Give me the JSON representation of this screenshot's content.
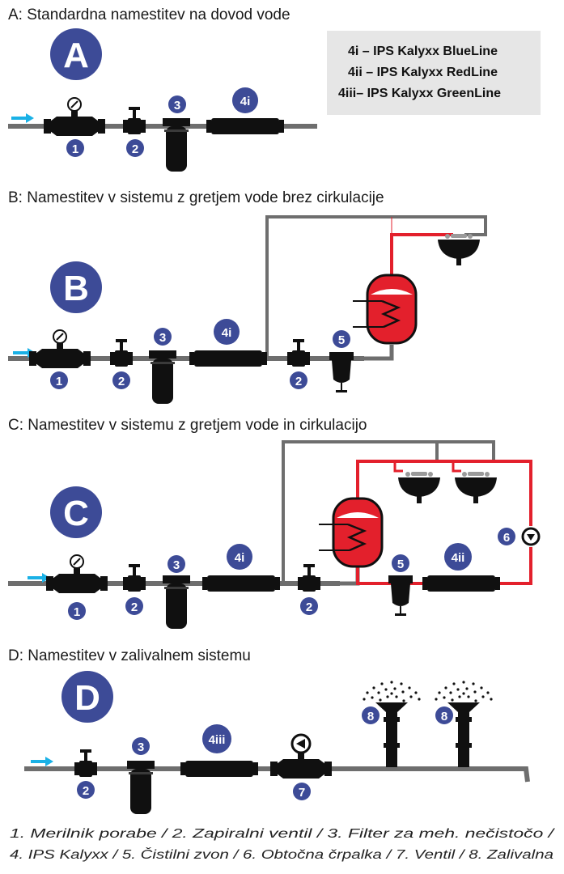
{
  "sections": {
    "a": {
      "title": "A: Standardna namestitev na dovod vode",
      "letter": "A"
    },
    "b": {
      "title": "B: Namestitev v sistemu z gretjem vode brez cirkulacije",
      "letter": "B"
    },
    "c": {
      "title": "C: Namestitev v sistemu z gretjem vode in cirkulacijo",
      "letter": "C"
    },
    "d": {
      "title": "D: Namestitev v zalivalnem sistemu",
      "letter": "D"
    }
  },
  "legend": {
    "line1": "4i – IPS Kalyxx  BlueLine",
    "line2": "4ii – IPS Kalyxx RedLine",
    "line3": "4iii– IPS Kalyxx GreenLine"
  },
  "markers": {
    "n1": "1",
    "n2": "2",
    "n3": "3",
    "n4i": "4i",
    "n4ii": "4ii",
    "n4iii": "4iii",
    "n5": "5",
    "n6": "6",
    "n7": "7",
    "n8": "8"
  },
  "footer": {
    "line1": "1. Merilnik porabe / 2. Zapiralni ventil / 3. Filter za meh. nečistočo   /",
    "line2": "4. IPS Kalyxx  / 5. Čistilni zvon  / 6. Obtočna črpalka  / 7. Ventil  / 8. Zalivalna"
  },
  "colors": {
    "pipe": "#6e6e6e",
    "hot": "#e3202c",
    "badge": "#3d4b97",
    "arrow": "#1ab1e6",
    "legendBox": "#e6e6e6"
  },
  "icons": {
    "inlet": "arrow-right-icon",
    "meter": "water-meter-icon",
    "valve": "shutoff-valve-icon",
    "filter": "filter-housing-icon",
    "ips": "ips-kalyxx-tube-icon",
    "bell": "cleaning-bell-icon",
    "heater": "water-heater-icon",
    "sink": "sink-icon",
    "pump": "pump-icon",
    "sprinkler": "sprinkler-icon"
  }
}
